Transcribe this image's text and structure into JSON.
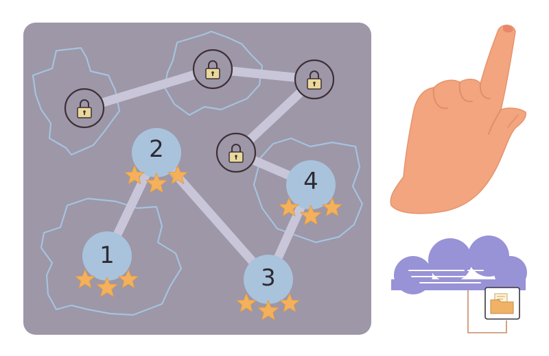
{
  "screen": "level-map",
  "levels": [
    {
      "label": "1",
      "stars": 3,
      "status": "completed"
    },
    {
      "label": "2",
      "stars": 3,
      "status": "completed"
    },
    {
      "label": "3",
      "stars": 3,
      "status": "completed"
    },
    {
      "label": "4",
      "stars": 3,
      "status": "completed"
    },
    {
      "status": "locked",
      "icon": "padlock-icon"
    },
    {
      "status": "locked",
      "icon": "padlock-icon"
    },
    {
      "status": "locked",
      "icon": "padlock-icon"
    },
    {
      "status": "locked",
      "icon": "padlock-icon"
    }
  ],
  "pointer": {
    "icon": "pointing-hand-icon"
  },
  "cloud_storage": {
    "icon": "cloud-icon",
    "attachment_icon": "folder-icon"
  },
  "colors": {
    "board": "#9d97a8",
    "path": "#c8c6d8",
    "level_node": "#a9c3dc",
    "star": "#f3b15d",
    "lock": "#e9d99a",
    "island_outline": "#a6c3df",
    "cloud": "#9892d6",
    "hand": "#f2a57f"
  }
}
